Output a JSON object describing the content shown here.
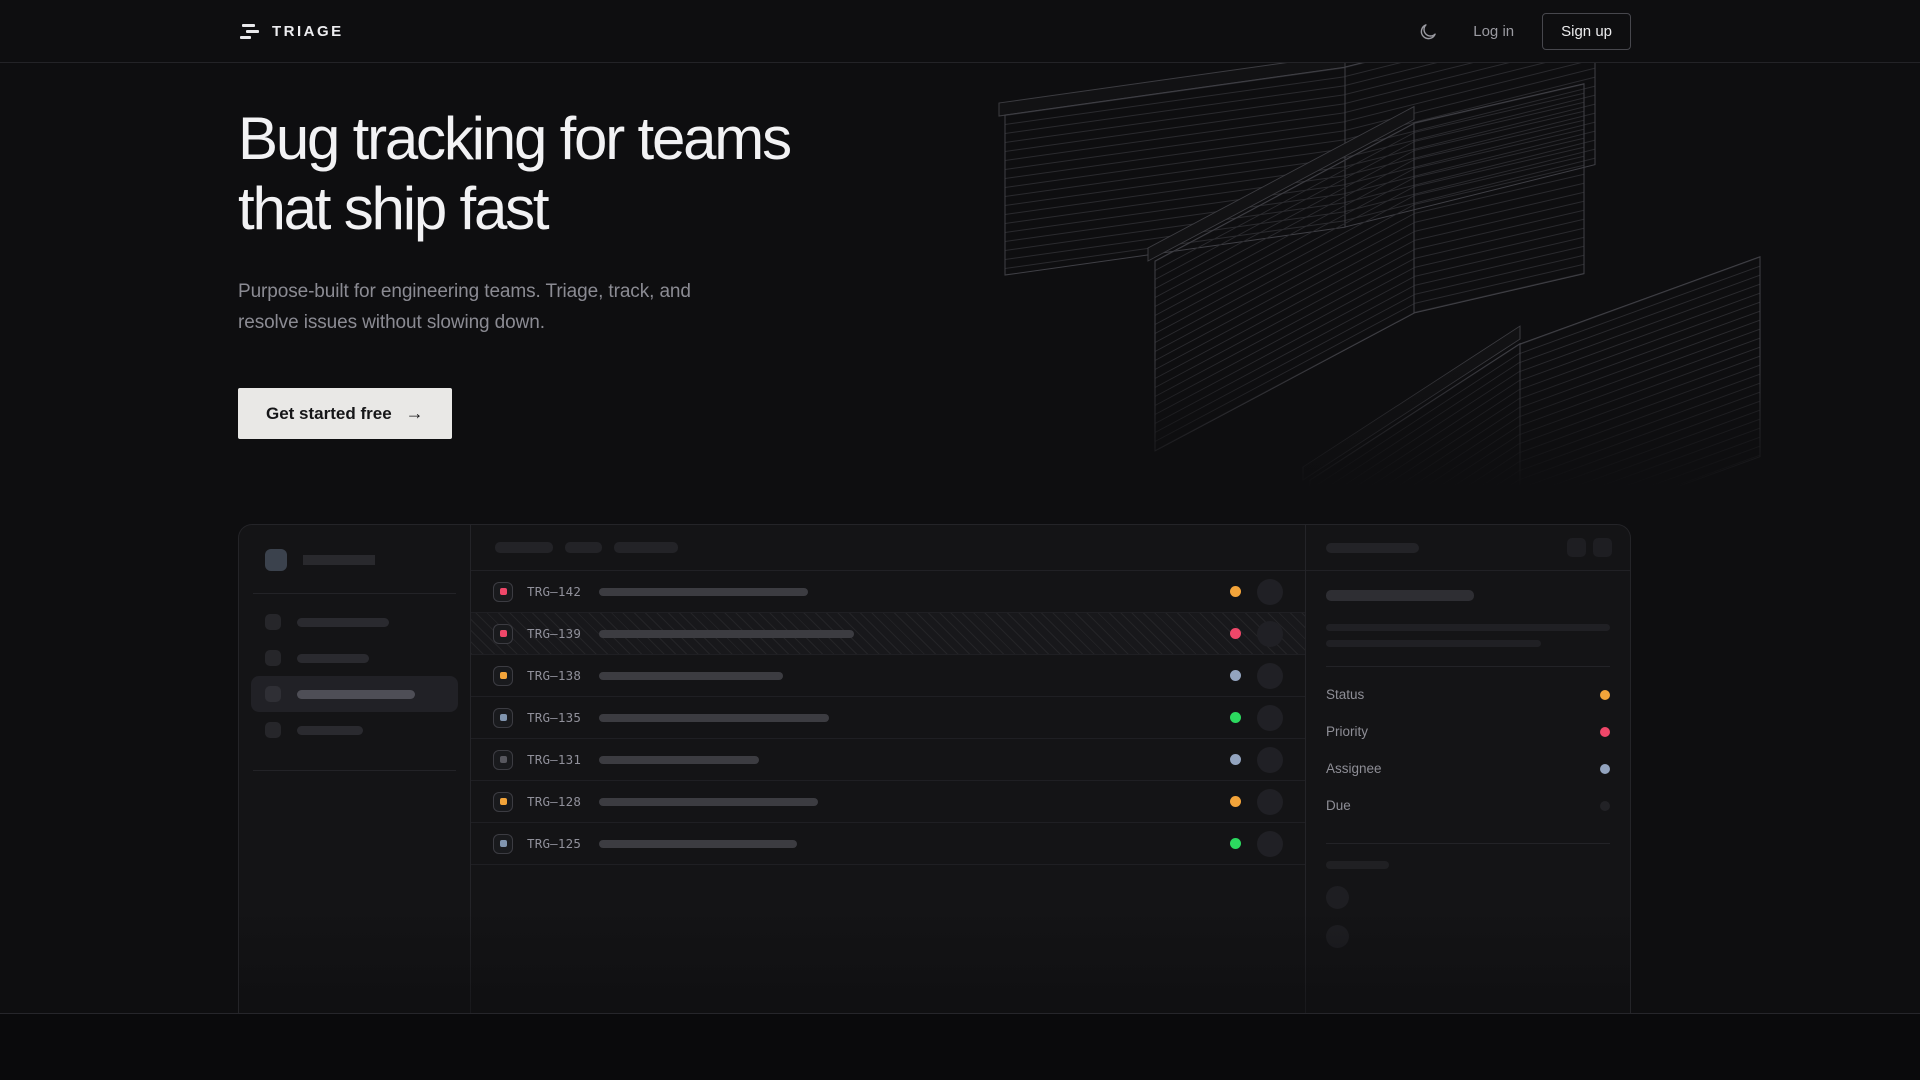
{
  "brand": {
    "name": "TRIAGE"
  },
  "header": {
    "login_label": "Log in",
    "signup_label": "Sign up",
    "theme_icon": "moon"
  },
  "hero": {
    "heading_line1": "Bug tracking for teams",
    "heading_line2": "that ship fast",
    "subtitle_line1": "Purpose-built for engineering teams. Triage, track, and",
    "subtitle_line2": "resolve issues without slowing down.",
    "cta_label": "Get started free",
    "cta_arrow": "→"
  },
  "colors": {
    "pink": "#ef4769",
    "amber": "#f3a43a",
    "green": "#2cd95f",
    "lavender": "#93a4bf",
    "slate": "#8094ae",
    "gray": "#57575e",
    "dim": "#222226"
  },
  "app_preview": {
    "issues": [
      {
        "id": "TRG–142",
        "icon_color": "pink",
        "status_color": "amber",
        "title_width": 209,
        "hatched": false
      },
      {
        "id": "TRG–139",
        "icon_color": "pink",
        "status_color": "pink",
        "title_width": 255,
        "hatched": true
      },
      {
        "id": "TRG–138",
        "icon_color": "amber",
        "status_color": "lavender",
        "title_width": 184,
        "hatched": false
      },
      {
        "id": "TRG–135",
        "icon_color": "slate",
        "status_color": "green",
        "title_width": 230,
        "hatched": false
      },
      {
        "id": "TRG–131",
        "icon_color": "gray",
        "status_color": "lavender",
        "title_width": 160,
        "hatched": false
      },
      {
        "id": "TRG–128",
        "icon_color": "amber",
        "status_color": "amber",
        "title_width": 219,
        "hatched": false
      },
      {
        "id": "TRG–125",
        "icon_color": "slate",
        "status_color": "green",
        "title_width": 198,
        "hatched": false
      }
    ],
    "detail": {
      "properties": [
        {
          "label": "Status",
          "dot_color": "amber"
        },
        {
          "label": "Priority",
          "dot_color": "pink"
        },
        {
          "label": "Assignee",
          "dot_color": "lavender"
        },
        {
          "label": "Due",
          "dot_color": "dim"
        }
      ]
    }
  }
}
